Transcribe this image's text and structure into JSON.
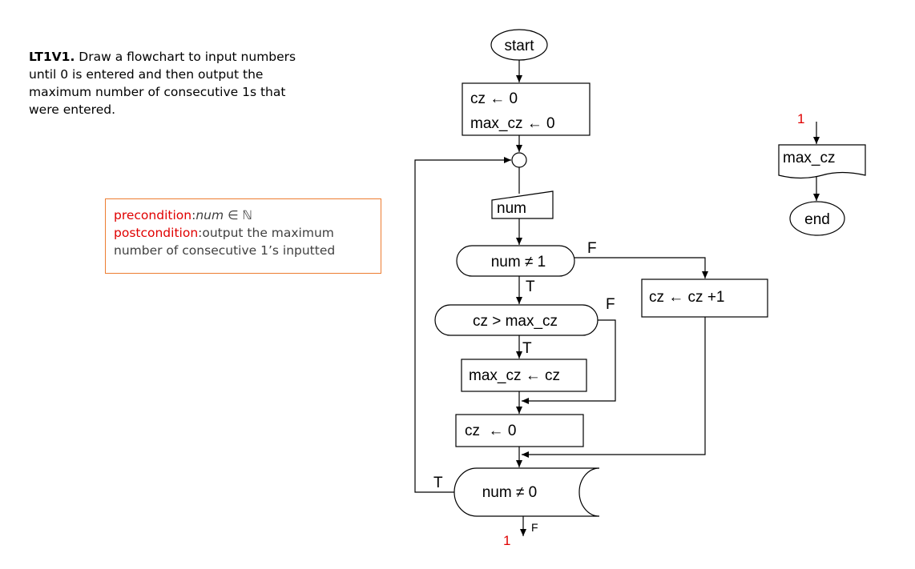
{
  "task": {
    "label": "LT1V1.",
    "text": "Draw a flowchart to input numbers until 0 is entered and then output the maximum number of consecutive 1s that were entered."
  },
  "conditions": {
    "pre_key": "precondition",
    "pre_sep": ":",
    "pre_var": "num",
    "pre_rest": " ∈ ℕ",
    "post_key": "postcondition",
    "post_sep": ":",
    "post_text": "output the maximum number of consecutive 1’s inputted"
  },
  "flowchart": {
    "start": "start",
    "init_1": "cz ← 0",
    "init_2": "max_cz ← 0",
    "input": "num",
    "cond_1": "num ≠ 1",
    "cond_1_false": "F",
    "cond_1_true": "T",
    "increment": "cz ← cz +1",
    "cond_2": "cz > max_cz",
    "cond_2_false": "F",
    "cond_2_true": "T",
    "update": "max_cz ← cz",
    "reset": "cz  ← 0",
    "cond_3": "num ≠ 0",
    "cond_3_true": "T",
    "cond_3_false": "F",
    "connector_out": "1",
    "connector_in": "1",
    "output": "max_cz",
    "end": "end"
  },
  "colors": {
    "accent_red": "#e00000",
    "border_orange": "#ed7d31"
  }
}
